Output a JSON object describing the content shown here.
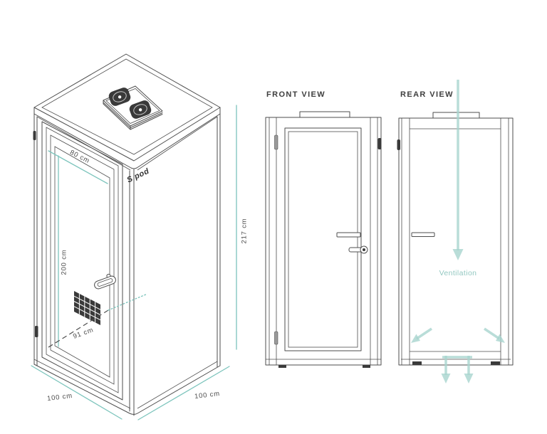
{
  "colors": {
    "line": "#4e4e4e",
    "teal": "#7cc4bc",
    "teal_arrow": "#a7d4ce",
    "teal_text": "#93c8c1",
    "ink": "#3e3e3e",
    "dim_text": "#4c4c4c",
    "grille": "#3a3a3a"
  },
  "iso": {
    "logo": "S pod",
    "dim_top_width": "80 cm",
    "dim_door_height": "200 cm",
    "dim_diagonal": "91 cm",
    "dim_total_height": "217 cm",
    "dim_depth": "100 cm",
    "dim_width": "100 cm"
  },
  "front": {
    "label": "FRONT VIEW"
  },
  "rear": {
    "label": "REAR VIEW",
    "ventilation": "Ventilation"
  }
}
